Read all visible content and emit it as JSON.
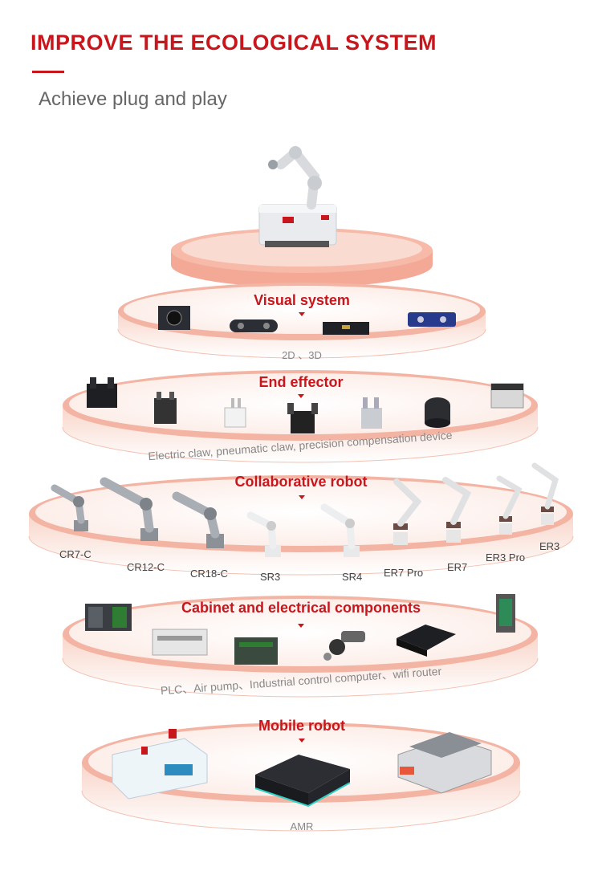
{
  "header": {
    "title": "IMPROVE THE ECOLOGICAL SYSTEM",
    "subtitle": "Achieve plug and play"
  },
  "colors": {
    "accent": "#c8161d",
    "disc_light": "#fbe7e1",
    "disc_edge": "#f2b8a8"
  },
  "tiers": [
    {
      "title": "Visual system",
      "caption": "2D 、3D",
      "icons": [
        "industrial-camera-icon",
        "3d-camera-icon",
        "stereo-camera-icon",
        "3d-vision-camera-icon"
      ]
    },
    {
      "title": "End effector",
      "caption": "Electric claw, pneumatic claw, precision compensation device",
      "icons": [
        "gripper-icon",
        "pneumatic-gripper-icon",
        "parallel-gripper-icon",
        "electric-claw-icon",
        "adaptive-gripper-icon",
        "rotary-gripper-icon",
        "compensation-device-icon"
      ]
    },
    {
      "title": "Collaborative robot",
      "robots": [
        "CR7-C",
        "CR12-C",
        "CR18-C",
        "SR3",
        "SR4",
        "ER7 Pro",
        "ER7",
        "ER3 Pro",
        "ER3"
      ]
    },
    {
      "title": "Cabinet and electrical components",
      "caption": "PLC、Air pump、Industrial control computer、wifi router",
      "icons": [
        "plc-module-icon",
        "plc-unit-icon",
        "plc-controller-icon",
        "air-pump-icon",
        "industrial-pc-icon",
        "wifi-router-icon"
      ]
    },
    {
      "title": "Mobile robot",
      "caption": "AMR",
      "icons": [
        "amr-icon",
        "mobile-platform-icon",
        "lifting-amr-icon"
      ]
    }
  ]
}
